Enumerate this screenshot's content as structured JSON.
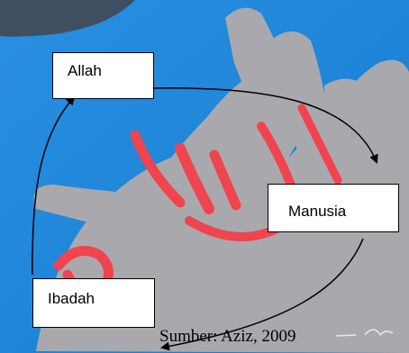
{
  "diagram": {
    "nodes": {
      "allah": "Allah",
      "manusia": "Manusia",
      "ibadah": "Ibadah"
    },
    "edges": [
      {
        "from": "Allah",
        "to": "Manusia"
      },
      {
        "from": "Manusia",
        "to": "Ibadah"
      },
      {
        "from": "Ibadah",
        "to": "Allah"
      }
    ],
    "caption": "Sumber: Aziz, 2009"
  },
  "colors": {
    "background_blue": "#1f86d9",
    "hand_gray": "#a9a9ad",
    "calligraphy_red": "#f0444f",
    "box_fill": "#ffffff",
    "arrow": "#000000"
  },
  "background_icon": "painted-hand-artwork"
}
